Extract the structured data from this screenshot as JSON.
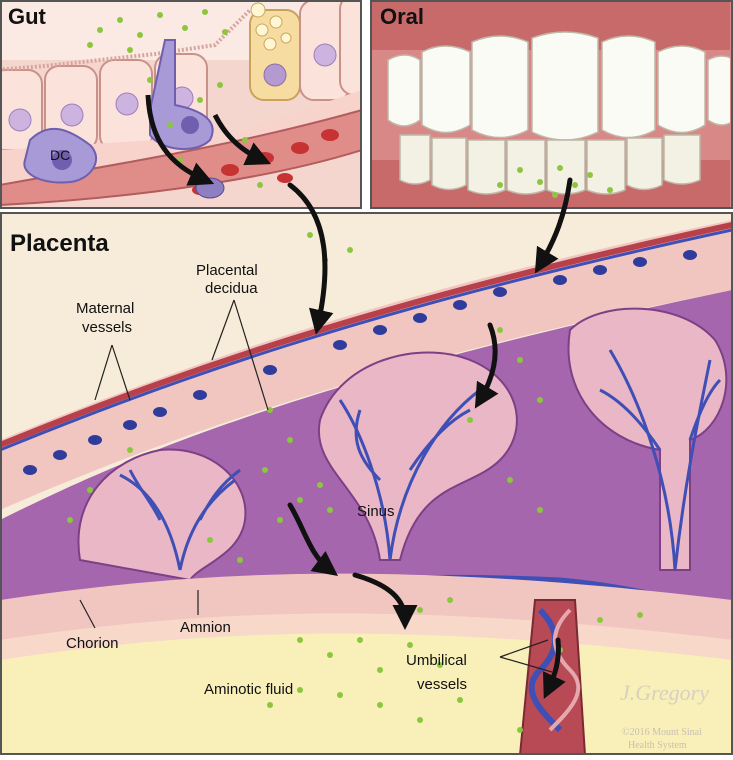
{
  "panels": {
    "gut": {
      "title": "Gut",
      "dc_label": "DC"
    },
    "oral": {
      "title": "Oral"
    },
    "placenta": {
      "title": "Placenta"
    }
  },
  "labels": {
    "placental_decidua_line1": "Placental",
    "placental_decidua_line2": "decidua",
    "maternal_vessels_line1": "Maternal",
    "maternal_vessels_line2": "vessels",
    "sinus": "Sinus",
    "chorion": "Chorion",
    "amnion": "Amnion",
    "aminotic_fluid": "Aminotic fluid",
    "umbilical_line1": "Umbilical",
    "umbilical_line2": "vessels"
  },
  "credit": {
    "signature": "J.Gregory",
    "line1": "©2016 Mount Sinai",
    "line2": "Health System"
  },
  "colors": {
    "tissue_pink": "#f2c9c4",
    "villus_purple": "#9d5aa6",
    "vessel_blue": "#3f4fb5",
    "fluid_yellow": "#f8f0b8",
    "bacteria_green": "#8cc63f",
    "arrow_black": "#111111"
  }
}
